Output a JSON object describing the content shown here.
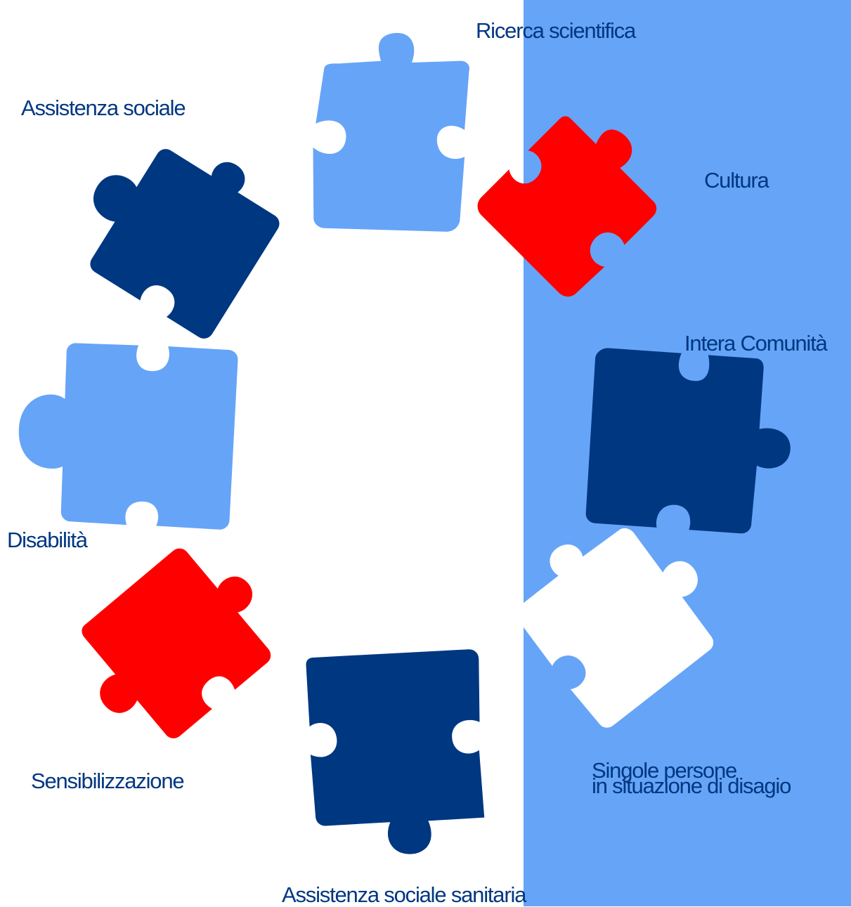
{
  "colors": {
    "background": "#ffffff",
    "panel": "#66a4f7",
    "dark_blue": "#003781",
    "light_blue": "#66a4f7",
    "red": "#ff0000",
    "white": "#ffffff",
    "text": "#003781"
  },
  "labels": {
    "ricerca": "Ricerca scientifica",
    "cultura": "Cultura",
    "intera_comunita": "Intera Comunità",
    "singole_line1": "Singole persone",
    "singole_line2": "in situazione di disagio",
    "assistenza_sanitaria": "Assistenza sociale sanitaria",
    "sensibilizzazione": "Sensibilizzazione",
    "disabilita": "Disabilità",
    "assistenza_sociale": "Assistenza sociale"
  }
}
